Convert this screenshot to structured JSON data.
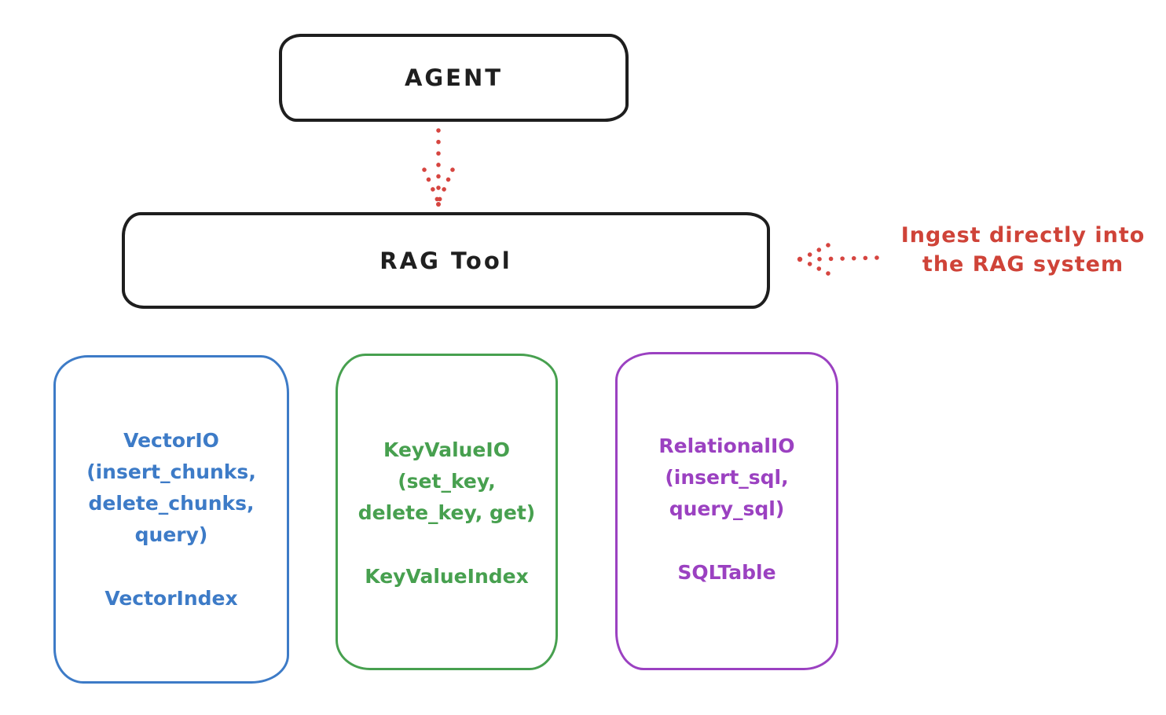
{
  "colors": {
    "stroke": "#1e1e1e",
    "arrow_red": "#d64540",
    "annotation_red": "#cf4338",
    "vector_blue": "#3d7bc7",
    "keyvalue_green": "#47a04f",
    "relational_purple": "#9b41c1"
  },
  "agent": {
    "label": "AGENT"
  },
  "rag": {
    "label": "RAG Tool"
  },
  "annotation": {
    "text": "Ingest directly into\nthe RAG system"
  },
  "backends": [
    {
      "methods": "VectorIO\n(insert_chunks,\ndelete_chunks,\nquery)",
      "index": "VectorIndex",
      "color": "#3d7bc7"
    },
    {
      "methods": "KeyValueIO\n(set_key,\ndelete_key, get)",
      "index": "KeyValueIndex",
      "color": "#47a04f"
    },
    {
      "methods": "RelationalIO\n(insert_sql,\nquery_sql)",
      "index": "SQLTable",
      "color": "#9b41c1"
    }
  ]
}
